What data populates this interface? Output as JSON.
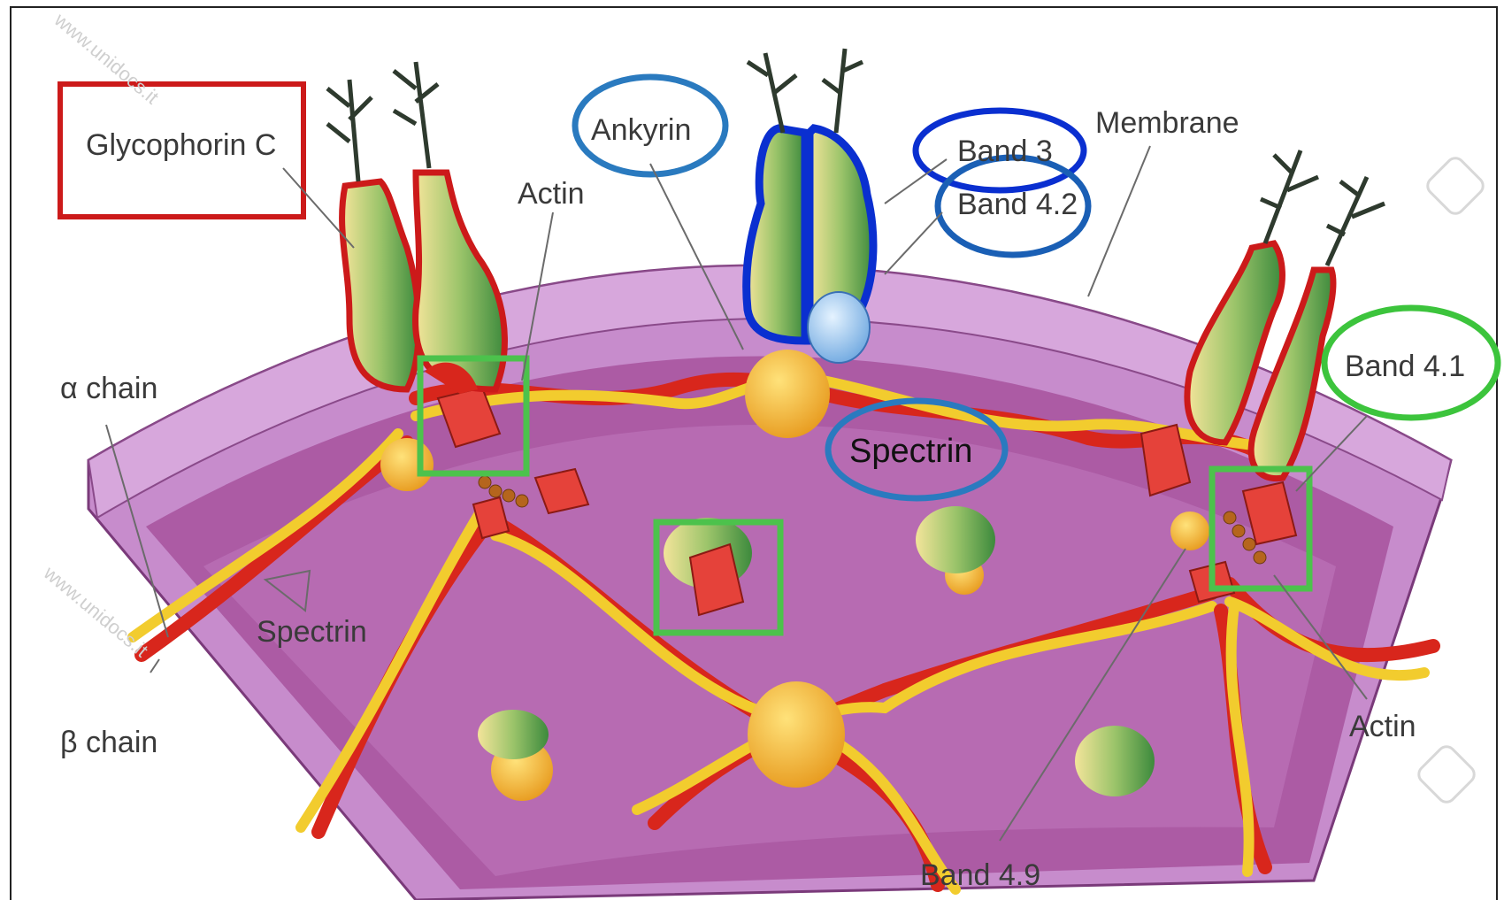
{
  "labels": {
    "glycophorin_c": "Glycophorin C",
    "actin_top": "Actin",
    "ankyrin": "Ankyrin",
    "band3": "Band 3",
    "band42": "Band 4.2",
    "membrane": "Membrane",
    "band41": "Band 4.1",
    "alpha_chain": "α chain",
    "spectrin_small": "Spectrin",
    "spectrin_big": "Spectrin",
    "beta_chain": "β chain",
    "actin_right": "Actin",
    "band49": "Band 4.9"
  },
  "watermark": "www.unidocs.it",
  "colors": {
    "membrane_outer": "#c58ac8",
    "membrane_inner": "#a8559f",
    "glycophorin_outline": "#cc1a1a",
    "band3_outline": "#0a2fd0",
    "ankyrin_circle": "#2a7abf",
    "band41_circle": "#3cc43c",
    "actin_box": "#4cc24c",
    "spectrin_red": "#d8261c",
    "spectrin_yellow": "#f2cc2e"
  },
  "icons": {
    "glycophorin": "glycophorin-protein-icon",
    "band3": "band3-protein-icon",
    "actin": "actin-cube-icon",
    "watermark_logo": "unidocs-logo-icon"
  }
}
